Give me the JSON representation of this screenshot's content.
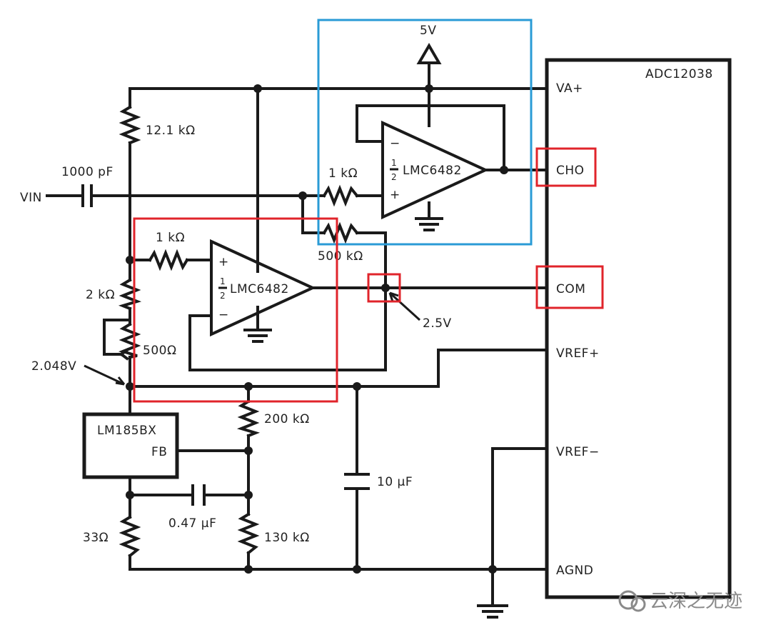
{
  "chip": {
    "name": "ADC12038",
    "pins": {
      "va": "VA+",
      "ch0": "CHO",
      "com": "COM",
      "vref_pos": "VREF+",
      "vref_neg": "VREF−",
      "agnd": "AGND"
    }
  },
  "supply": {
    "label": "5V"
  },
  "input": {
    "label": "VIN",
    "cap": "1000 pF"
  },
  "resistors": {
    "r_top": "12.1 kΩ",
    "r_in_upper": "1 kΩ",
    "r_fb_upper": "500 kΩ",
    "r_in_lower": "1 kΩ",
    "r_2k": "2 kΩ",
    "r_pot": "500Ω",
    "r_200k": "200 kΩ",
    "r_130k": "130 kΩ",
    "r_33": "33Ω"
  },
  "capacitors": {
    "c_10u": "10 µF",
    "c_047": "0.47 µF"
  },
  "opamps": {
    "upper": {
      "part": "LMC6482",
      "fraction_num": "1",
      "fraction_den": "2",
      "minus": "−",
      "plus": "+"
    },
    "lower": {
      "part": "LMC6482",
      "fraction_num": "1",
      "fraction_den": "2",
      "minus": "−",
      "plus": "+"
    }
  },
  "reference": {
    "part": "LM185BX",
    "pin_fb": "FB"
  },
  "voltages": {
    "ref_node": "2.048V",
    "mid_node": "2.5V"
  },
  "watermark": "云深之无迹",
  "colors": {
    "ink": "#1a1a1a",
    "highlight_blue": "#2a9bd6",
    "highlight_red": "#e0242b"
  }
}
